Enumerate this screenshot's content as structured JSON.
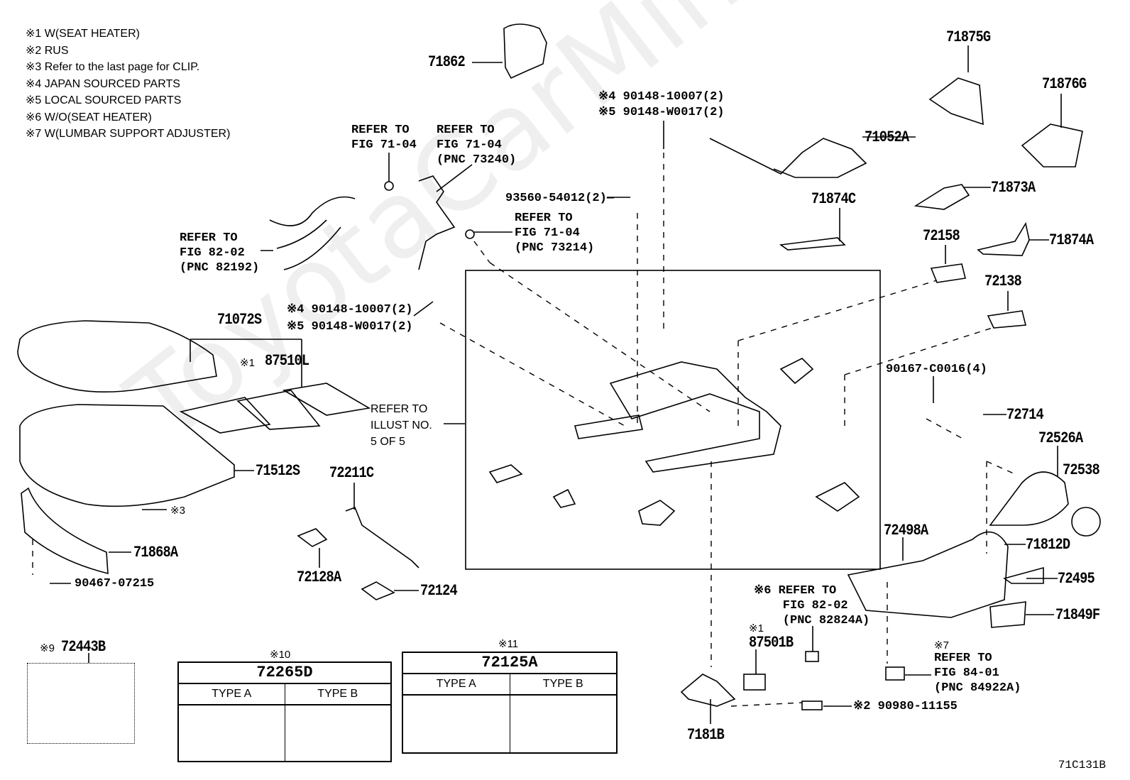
{
  "watermark": "ToyotaCarMine.ru",
  "legend": [
    "※1 W(SEAT HEATER)",
    "※2 RUS",
    "※3 Refer to the last page for CLIP.",
    "※4 JAPAN SOURCED PARTS",
    "※5 LOCAL SOURCED PARTS",
    "※6 W/O(SEAT HEATER)",
    "※7 W(LUMBAR SUPPORT ADJUSTER)"
  ],
  "parts": {
    "p71862": "71862",
    "p71875G": "71875G",
    "p71876G": "71876G",
    "p71052A": "71052A",
    "p71873A": "71873A",
    "p71874C": "71874C",
    "p72158": "72158",
    "p71874A": "71874A",
    "p72138": "72138",
    "p72714": "72714",
    "p72526A": "72526A",
    "p72538": "72538",
    "p72498A": "72498A",
    "p71812D": "71812D",
    "p72495": "72495",
    "p71849F": "71849F",
    "p87501B": "87501B",
    "p7181B": "7181B",
    "p71072S": "71072S",
    "p87510L": "87510L",
    "p71512S": "71512S",
    "p72211C": "72211C",
    "p71868A": "71868A",
    "p72128A": "72128A",
    "p72124": "72124"
  },
  "part_numbers": {
    "bolt_top_j": "※4 90148-10007(2)",
    "bolt_top_l": "※5 90148-W0017(2)",
    "bolt_mid_j": "※4 90148-10007(2)",
    "bolt_mid_l": "※5 90148-W0017(2)",
    "screw_93560": "93560-54012(2)—",
    "bolt_90167": "90167-C0016(4)",
    "pin_90467": "90467-07215",
    "conn_90980": "※2 90980-11155",
    "clip_note": "※3",
    "note_87510L": "※1",
    "note_87501B": "※1"
  },
  "references": {
    "ref_fig8202_harness": "REFER TO\nFIG 82-02\n(PNC 82192)",
    "ref_fig7104_a": "REFER TO\nFIG 71-04",
    "ref_fig7104_b": "REFER TO\nFIG 71-04\n(PNC 73240)",
    "ref_fig7104_c": "REFER TO\nFIG 71-04\n(PNC 73214)",
    "ref_illust": "REFER TO\nILLUST NO.\n5 OF 5",
    "ref_fig8202_82824": "※6 REFER TO\n    FIG 82-02\n    (PNC 82824A)",
    "ref_fig8401_note": "※7",
    "ref_fig8401": "REFER TO\nFIG 84-01\n(PNC 84922A)"
  },
  "insets": {
    "i72443B": {
      "note": "※9",
      "part": "72443B"
    },
    "i72265D": {
      "note": "※10",
      "part": "72265D",
      "types": [
        "TYPE A",
        "TYPE B"
      ]
    },
    "i72125A": {
      "note": "※11",
      "part": "72125A",
      "types": [
        "TYPE A",
        "TYPE B"
      ]
    }
  },
  "figure_code": "71C131B"
}
